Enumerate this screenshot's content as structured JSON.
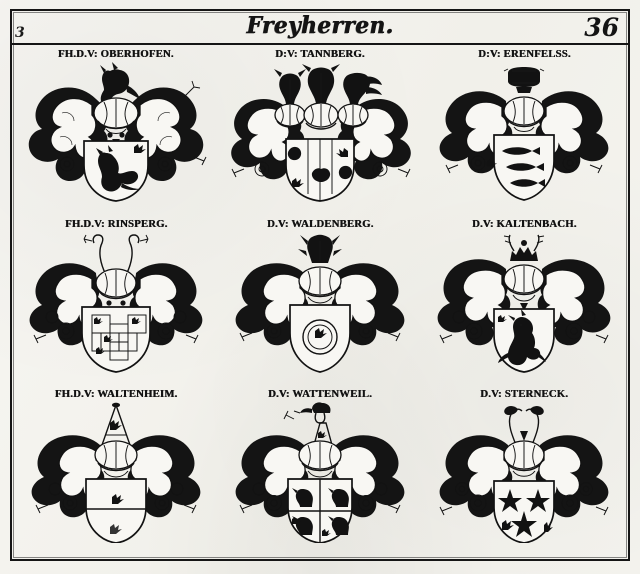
{
  "plate": {
    "title": "Freyherren.",
    "page_number": "36",
    "folio_mark": "3"
  },
  "arms": [
    {
      "caption": "FH.D.V: OBERHOFEN.",
      "name": "oberhofen",
      "crest": "demi-horse",
      "charge": "demi-horse",
      "helms": 1
    },
    {
      "caption": "D:V: TANNBERG.",
      "name": "tannberg",
      "crest": "triple-plume",
      "charge": "pales-and-keys",
      "helms": 3
    },
    {
      "caption": "D:V: ERENFELSS.",
      "name": "erenfelss",
      "crest": "cushion-and-crown",
      "charge": "three-fish",
      "helms": 1
    },
    {
      "caption": "FH.D.V: RINSPERG.",
      "name": "rinsperg",
      "crest": "buffalo-horns",
      "charge": "chequy",
      "helms": 1
    },
    {
      "caption": "D.V: WALDENBERG.",
      "name": "waldenberg",
      "crest": "plume",
      "charge": "roundel",
      "helms": 1
    },
    {
      "caption": "D.V: KALTENBACH.",
      "name": "kaltenbach",
      "crest": "crowned-antlers",
      "charge": "lion-rampant",
      "helms": 1
    },
    {
      "caption": "FH.D.V: WALTENHEIM.",
      "name": "waltenheim",
      "crest": "pointed-cap",
      "charge": "per-fess-plain",
      "helms": 1
    },
    {
      "caption": "D.V: WATTENWEIL.",
      "name": "wattenweil",
      "crest": "maiden-bust",
      "charge": "quartered-lions",
      "helms": 1
    },
    {
      "caption": "D.V: STERNECK.",
      "name": "sterneck",
      "crest": "two-birds",
      "charge": "three-stars",
      "helms": 1
    }
  ]
}
